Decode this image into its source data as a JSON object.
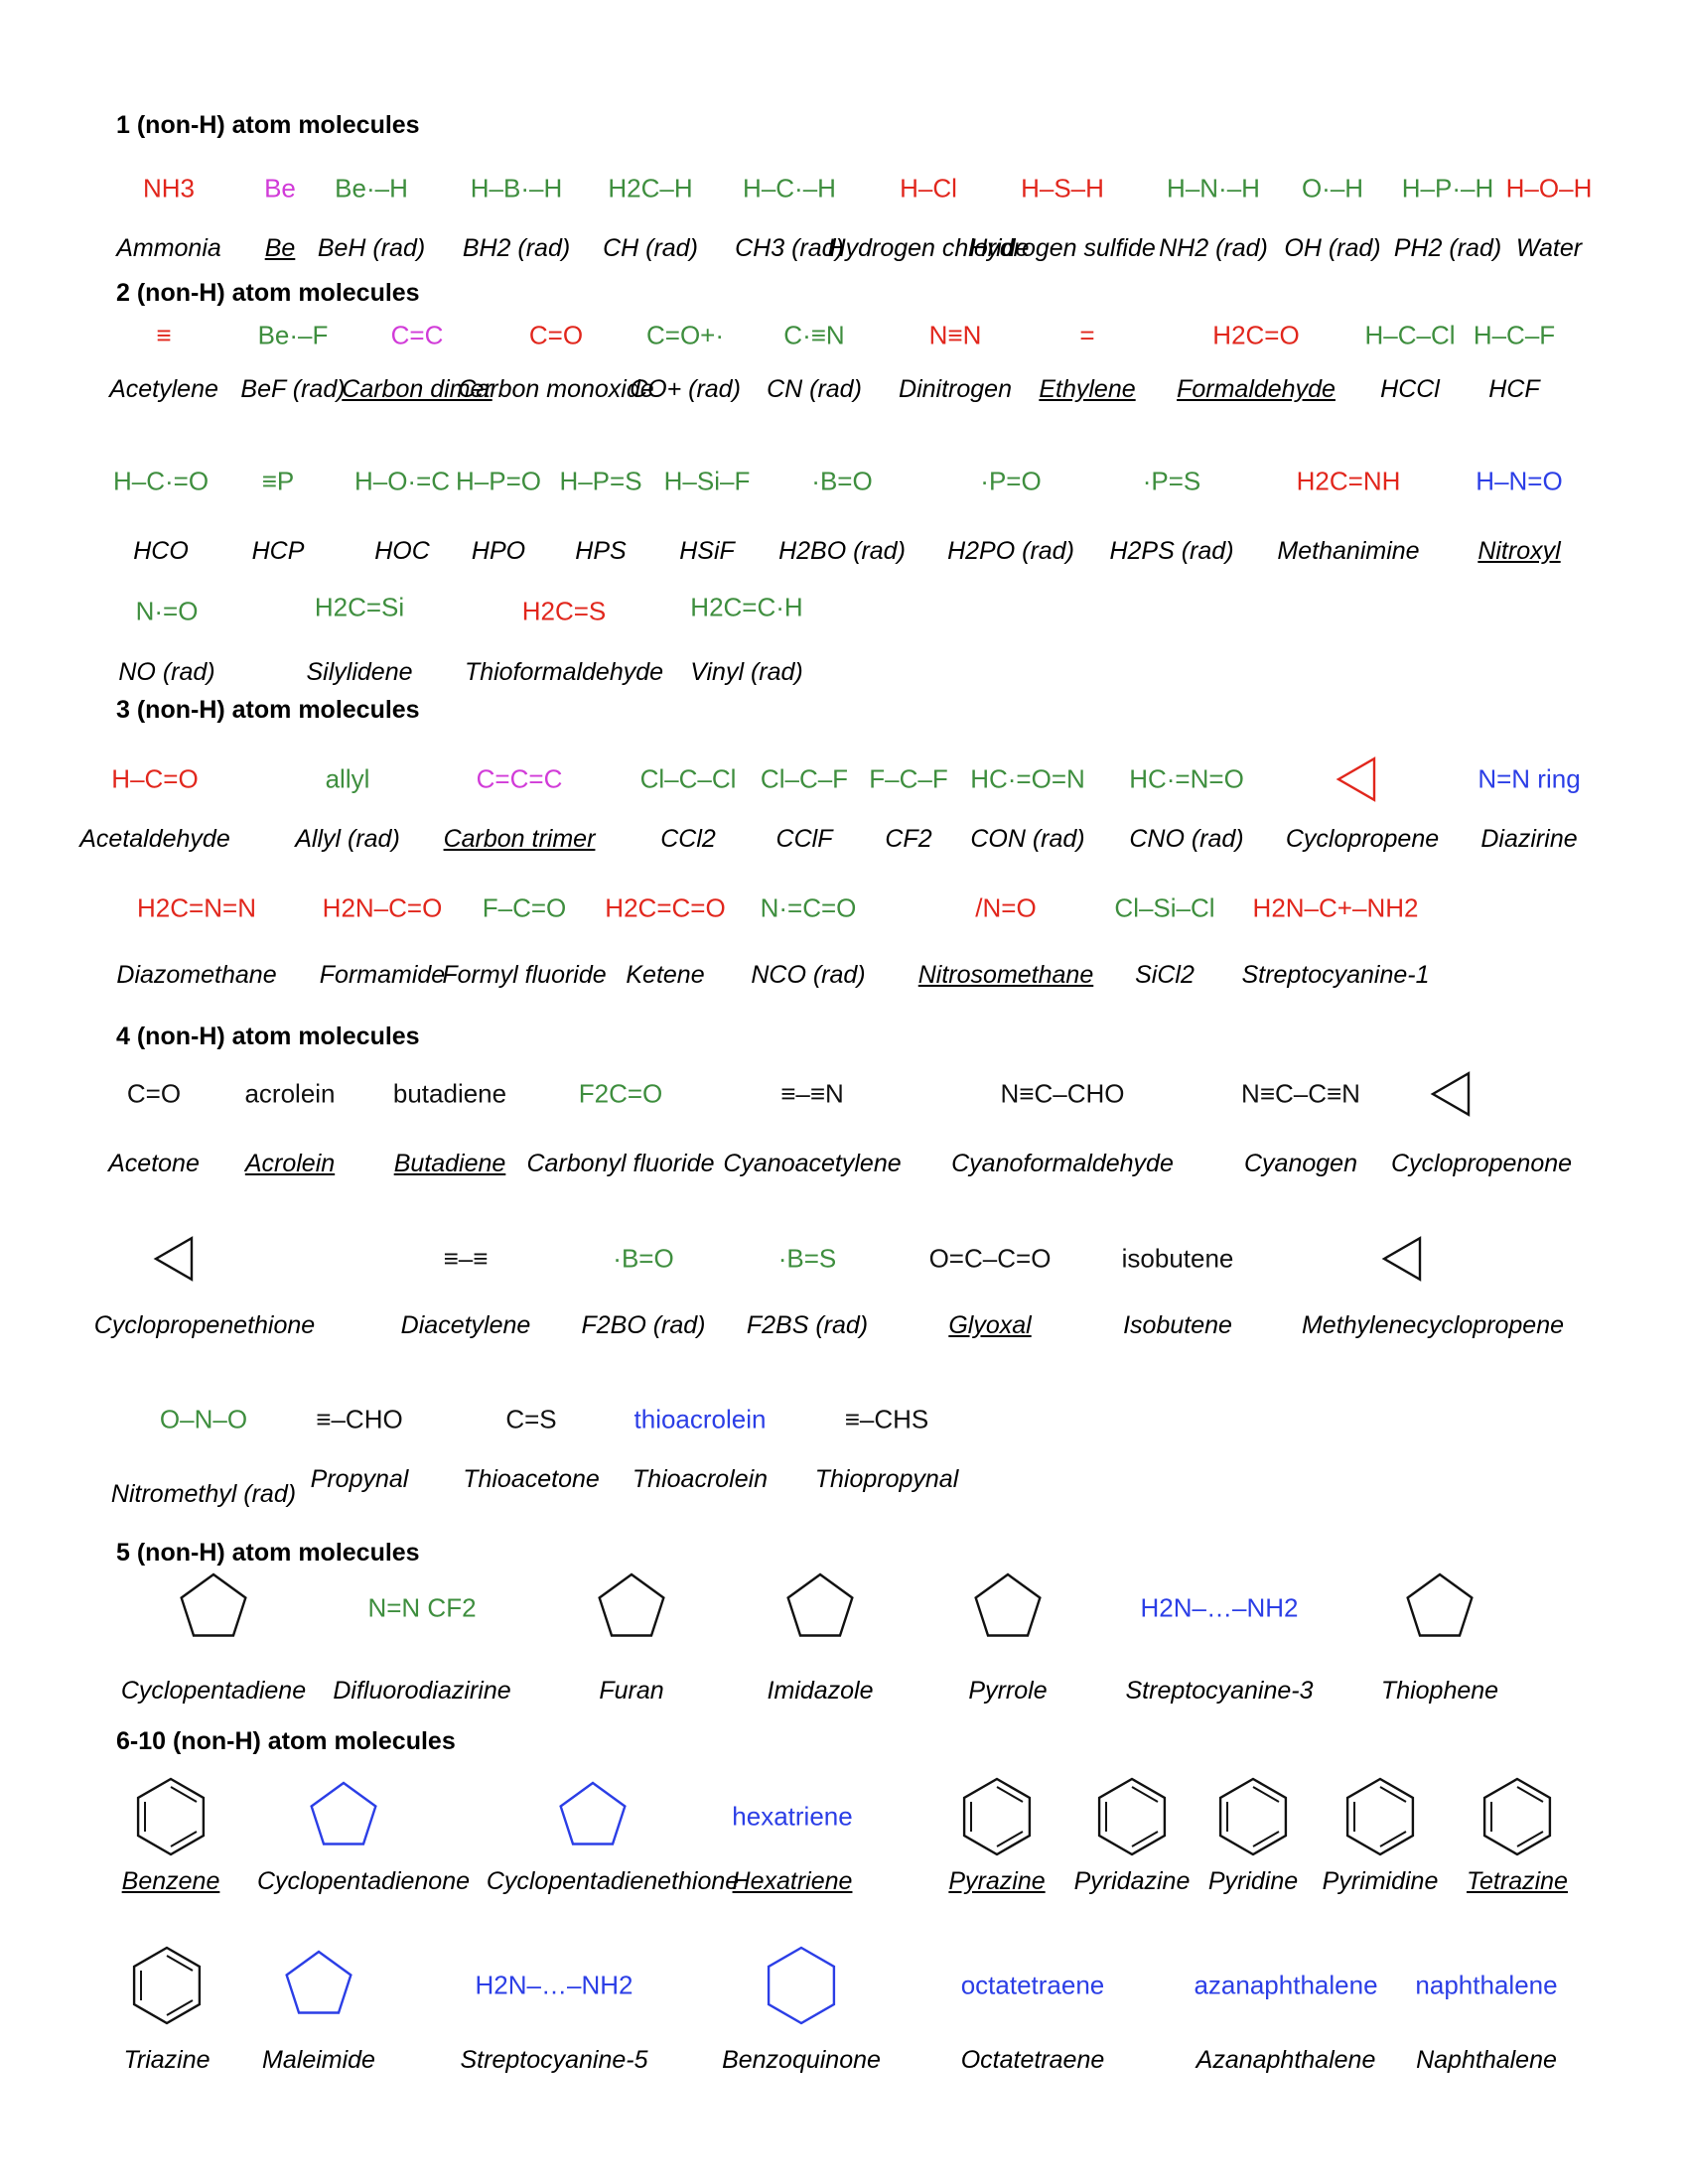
{
  "colors": {
    "red": "#e1261c",
    "green": "#3e8e3e",
    "blue": "#2b3ee6",
    "magenta": "#d13bd8",
    "black": "#111111"
  },
  "sections": [
    {
      "title": "1 (non-H) atom molecules"
    },
    {
      "title": "2  (non-H) atom molecules"
    },
    {
      "title": "3  (non-H) atom molecules"
    },
    {
      "title": "4  (non-H) atom molecules"
    },
    {
      "title": "5  (non-H) atom molecules"
    },
    {
      "title": "6-10  (non-H) atom molecules"
    }
  ],
  "molecules": [
    {
      "name": "Ammonia",
      "struct": "NH3",
      "color": "red",
      "underline": false
    },
    {
      "name": "Be",
      "struct": "Be",
      "color": "magenta",
      "underline": true
    },
    {
      "name": "BeH (rad)",
      "struct": "Be·–H",
      "color": "green",
      "underline": false
    },
    {
      "name": "BH2 (rad)",
      "struct": "H–B·–H",
      "color": "green",
      "underline": false
    },
    {
      "name": "CH (rad)",
      "struct": "H2C–H",
      "color": "green",
      "underline": false
    },
    {
      "name": "CH3 (rad)",
      "struct": "H–C·–H",
      "color": "green",
      "underline": false
    },
    {
      "name": "Hydrogen chloride",
      "struct": "H–Cl",
      "color": "red",
      "underline": false
    },
    {
      "name": "Hydrogen sulfide",
      "struct": "H–S–H",
      "color": "red",
      "underline": false
    },
    {
      "name": "NH2 (rad)",
      "struct": "H–N·–H",
      "color": "green",
      "underline": false
    },
    {
      "name": "OH (rad)",
      "struct": "O·–H",
      "color": "green",
      "underline": false
    },
    {
      "name": "PH2 (rad)",
      "struct": "H–P·–H",
      "color": "green",
      "underline": false
    },
    {
      "name": "Water",
      "struct": "H–O–H",
      "color": "red",
      "underline": false
    },
    {
      "name": "Acetylene",
      "struct": "≡",
      "color": "red",
      "underline": false
    },
    {
      "name": "BeF (rad)",
      "struct": "Be·–F",
      "color": "green",
      "underline": false
    },
    {
      "name": "Carbon dimer",
      "struct": "C=C",
      "color": "magenta",
      "underline": true
    },
    {
      "name": "Carbon monoxide",
      "struct": "C=O",
      "color": "red",
      "underline": false
    },
    {
      "name": "CO+ (rad)",
      "struct": "C=O+·",
      "color": "green",
      "underline": false
    },
    {
      "name": "CN (rad)",
      "struct": "C·≡N",
      "color": "green",
      "underline": false
    },
    {
      "name": "Dinitrogen",
      "struct": "N≡N",
      "color": "red",
      "underline": false
    },
    {
      "name": "Ethylene",
      "struct": "=",
      "color": "red",
      "underline": true
    },
    {
      "name": "Formaldehyde",
      "struct": "H2C=O",
      "color": "red",
      "underline": true
    },
    {
      "name": "HCCl",
      "struct": "H–C–Cl",
      "color": "green",
      "underline": false
    },
    {
      "name": "HCF",
      "struct": "H–C–F",
      "color": "green",
      "underline": false
    },
    {
      "name": "HCO",
      "struct": "H–C·=O",
      "color": "green",
      "underline": false
    },
    {
      "name": "HCP",
      "struct": "≡P",
      "color": "green",
      "underline": false
    },
    {
      "name": "HOC",
      "struct": "H–O·=C",
      "color": "green",
      "underline": false
    },
    {
      "name": "HPO",
      "struct": "H–P=O",
      "color": "green",
      "underline": false
    },
    {
      "name": "HPS",
      "struct": "H–P=S",
      "color": "green",
      "underline": false
    },
    {
      "name": "HSiF",
      "struct": "H–Si–F",
      "color": "green",
      "underline": false
    },
    {
      "name": "H2BO (rad)",
      "struct": "·B=O",
      "color": "green",
      "underline": false
    },
    {
      "name": "H2PO (rad)",
      "struct": "·P=O",
      "color": "green",
      "underline": false
    },
    {
      "name": "H2PS (rad)",
      "struct": "·P=S",
      "color": "green",
      "underline": false
    },
    {
      "name": "Methanimine",
      "struct": "H2C=NH",
      "color": "red",
      "underline": false
    },
    {
      "name": "Nitroxyl",
      "struct": "H–N=O",
      "color": "blue",
      "underline": true
    },
    {
      "name": "NO (rad)",
      "struct": "N·=O",
      "color": "green",
      "underline": false
    },
    {
      "name": "Silylidene",
      "struct": "H2C=Si",
      "color": "green",
      "underline": false
    },
    {
      "name": "Thioformaldehyde",
      "struct": "H2C=S",
      "color": "red",
      "underline": false
    },
    {
      "name": "Vinyl (rad)",
      "struct": "H2C=C·H",
      "color": "green",
      "underline": false
    },
    {
      "name": "Acetaldehyde",
      "struct": "H–C=O",
      "color": "red",
      "underline": false
    },
    {
      "name": "Allyl (rad)",
      "struct": "allyl",
      "color": "green",
      "underline": false
    },
    {
      "name": "Carbon trimer",
      "struct": "C=C=C",
      "color": "magenta",
      "underline": true
    },
    {
      "name": "CCl2",
      "struct": "Cl–C–Cl",
      "color": "green",
      "underline": false
    },
    {
      "name": "CClF",
      "struct": "Cl–C–F",
      "color": "green",
      "underline": false
    },
    {
      "name": "CF2",
      "struct": "F–C–F",
      "color": "green",
      "underline": false
    },
    {
      "name": "CON (rad)",
      "struct": "HC·=O=N",
      "color": "green",
      "underline": false
    },
    {
      "name": "CNO (rad)",
      "struct": "HC·=N=O",
      "color": "green",
      "underline": false
    },
    {
      "name": "Cyclopropene",
      "struct": "ring3",
      "color": "red",
      "underline": false
    },
    {
      "name": "Diazirine",
      "struct": "N=N ring",
      "color": "blue",
      "underline": false
    },
    {
      "name": "Diazomethane",
      "struct": "H2C=N=N",
      "color": "red",
      "underline": false
    },
    {
      "name": "Formamide",
      "struct": "H2N–C=O",
      "color": "red",
      "underline": false
    },
    {
      "name": "Formyl fluoride",
      "struct": "F–C=O",
      "color": "green",
      "underline": false
    },
    {
      "name": "Ketene",
      "struct": "H2C=C=O",
      "color": "red",
      "underline": false
    },
    {
      "name": "NCO (rad)",
      "struct": "N·=C=O",
      "color": "green",
      "underline": false
    },
    {
      "name": "Nitrosomethane",
      "struct": "/N=O",
      "color": "red",
      "underline": true
    },
    {
      "name": "SiCl2",
      "struct": "Cl–Si–Cl",
      "color": "green",
      "underline": false
    },
    {
      "name": "Streptocyanine-1",
      "struct": "H2N–C+–NH2",
      "color": "red",
      "underline": false
    },
    {
      "name": "Acetone",
      "struct": "C=O",
      "color": "black",
      "underline": false
    },
    {
      "name": "Acrolein",
      "struct": "acrolein",
      "color": "black",
      "underline": true
    },
    {
      "name": "Butadiene",
      "struct": "butadiene",
      "color": "black",
      "underline": true
    },
    {
      "name": "Carbonyl fluoride",
      "struct": "F2C=O",
      "color": "green",
      "underline": false
    },
    {
      "name": "Cyanoacetylene",
      "struct": "≡–≡N",
      "color": "black",
      "underline": false
    },
    {
      "name": "Cyanoformaldehyde",
      "struct": "N≡C–CHO",
      "color": "black",
      "underline": false
    },
    {
      "name": "Cyanogen",
      "struct": "N≡C–C≡N",
      "color": "black",
      "underline": false
    },
    {
      "name": "Cyclopropenone",
      "struct": "ring=O",
      "color": "black",
      "underline": false
    },
    {
      "name": "Cyclopropenethione",
      "struct": "ring=S",
      "color": "black",
      "underline": false
    },
    {
      "name": "Diacetylene",
      "struct": "≡–≡",
      "color": "black",
      "underline": false
    },
    {
      "name": "F2BO (rad)",
      "struct": "·B=O",
      "color": "green",
      "underline": false
    },
    {
      "name": "F2BS (rad)",
      "struct": "·B=S",
      "color": "green",
      "underline": false
    },
    {
      "name": "Glyoxal",
      "struct": "O=C–C=O",
      "color": "black",
      "underline": true
    },
    {
      "name": "Isobutene",
      "struct": "isobutene",
      "color": "black",
      "underline": false
    },
    {
      "name": "Methylenecyclopropene",
      "struct": "ring=CH2",
      "color": "black",
      "underline": false
    },
    {
      "name": "Nitromethyl (rad)",
      "struct": "O–N–O",
      "color": "green",
      "underline": false
    },
    {
      "name": "Propynal",
      "struct": "≡–CHO",
      "color": "black",
      "underline": false
    },
    {
      "name": "Thioacetone",
      "struct": "C=S",
      "color": "black",
      "underline": false
    },
    {
      "name": "Thioacrolein",
      "struct": "thioacrolein",
      "color": "blue",
      "underline": false
    },
    {
      "name": "Thiopropynal",
      "struct": "≡–CHS",
      "color": "black",
      "underline": false
    },
    {
      "name": "Cyclopentadiene",
      "struct": "ring5",
      "color": "black",
      "underline": false
    },
    {
      "name": "Difluorodiazirine",
      "struct": "N=N CF2",
      "color": "green",
      "underline": false
    },
    {
      "name": "Furan",
      "struct": "furan",
      "color": "black",
      "underline": false
    },
    {
      "name": "Imidazole",
      "struct": "imidazole",
      "color": "black",
      "underline": false
    },
    {
      "name": "Pyrrole",
      "struct": "pyrrole",
      "color": "black",
      "underline": false
    },
    {
      "name": "Streptocyanine-3",
      "struct": "H2N–…–NH2",
      "color": "blue",
      "underline": false
    },
    {
      "name": "Thiophene",
      "struct": "thiophene",
      "color": "black",
      "underline": false
    },
    {
      "name": "Benzene",
      "struct": "benzene",
      "color": "black",
      "underline": true
    },
    {
      "name": "Cyclopentadienone",
      "struct": "ring5=O",
      "color": "blue",
      "underline": false
    },
    {
      "name": "Cyclopentadienethione",
      "struct": "ring5=S",
      "color": "blue",
      "underline": false
    },
    {
      "name": "Hexatriene",
      "struct": "hexatriene",
      "color": "blue",
      "underline": true
    },
    {
      "name": "Pyrazine",
      "struct": "pyrazine",
      "color": "black",
      "underline": true
    },
    {
      "name": "Pyridazine",
      "struct": "pyridazine",
      "color": "black",
      "underline": false
    },
    {
      "name": "Pyridine",
      "struct": "pyridine",
      "color": "black",
      "underline": false
    },
    {
      "name": "Pyrimidine",
      "struct": "pyrimidine",
      "color": "black",
      "underline": false
    },
    {
      "name": "Tetrazine",
      "struct": "tetrazine",
      "color": "black",
      "underline": true
    },
    {
      "name": "Triazine",
      "struct": "triazine",
      "color": "black",
      "underline": false
    },
    {
      "name": "Maleimide",
      "struct": "maleimide",
      "color": "blue",
      "underline": false
    },
    {
      "name": "Streptocyanine-5",
      "struct": "H2N–…–NH2",
      "color": "blue",
      "underline": false
    },
    {
      "name": "Benzoquinone",
      "struct": "O=ring=O",
      "color": "blue",
      "underline": false
    },
    {
      "name": "Octatetraene",
      "struct": "octatetraene",
      "color": "blue",
      "underline": false
    },
    {
      "name": "Azanaphthalene",
      "struct": "azanaphthalene",
      "color": "blue",
      "underline": false
    },
    {
      "name": "Naphthalene",
      "struct": "naphthalene",
      "color": "blue",
      "underline": false
    }
  ]
}
